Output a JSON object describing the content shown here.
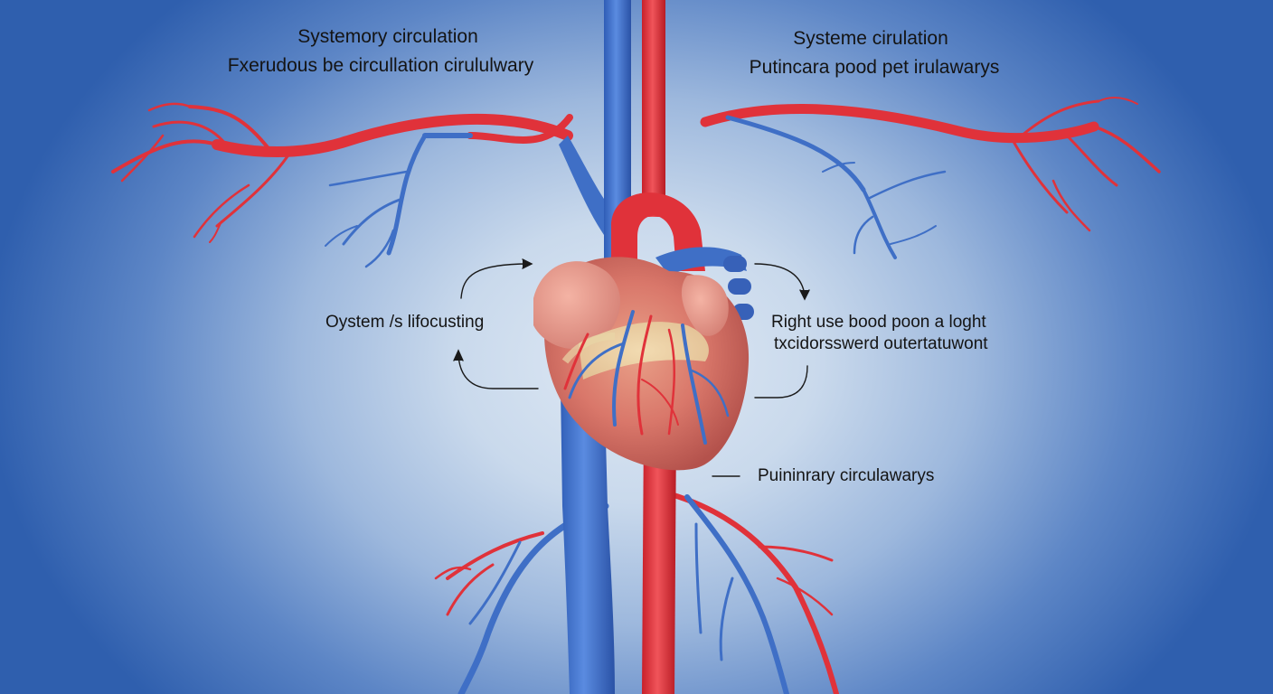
{
  "labels": {
    "top_left_title": "Systemory circulation",
    "top_left_subtitle": "Fxerudous be circullation  cirululwary",
    "top_right_title": "Systeme  cirulation",
    "top_right_subtitle": "Putincara pood pet irulawarys",
    "mid_left": "Oystem /s lifocusting",
    "mid_right_line1": "Right  use bood poon a  loght",
    "mid_right_line2": "txcidorsswerd outertatuwont",
    "bottom_right": "Puininrary circulawarys"
  },
  "colors": {
    "artery_red": "#e0323a",
    "vein_blue": "#3f6fc6",
    "heart_pink": "#e48a7e",
    "background_center": "#dfe9f4",
    "background_edge": "#2f5fae"
  }
}
